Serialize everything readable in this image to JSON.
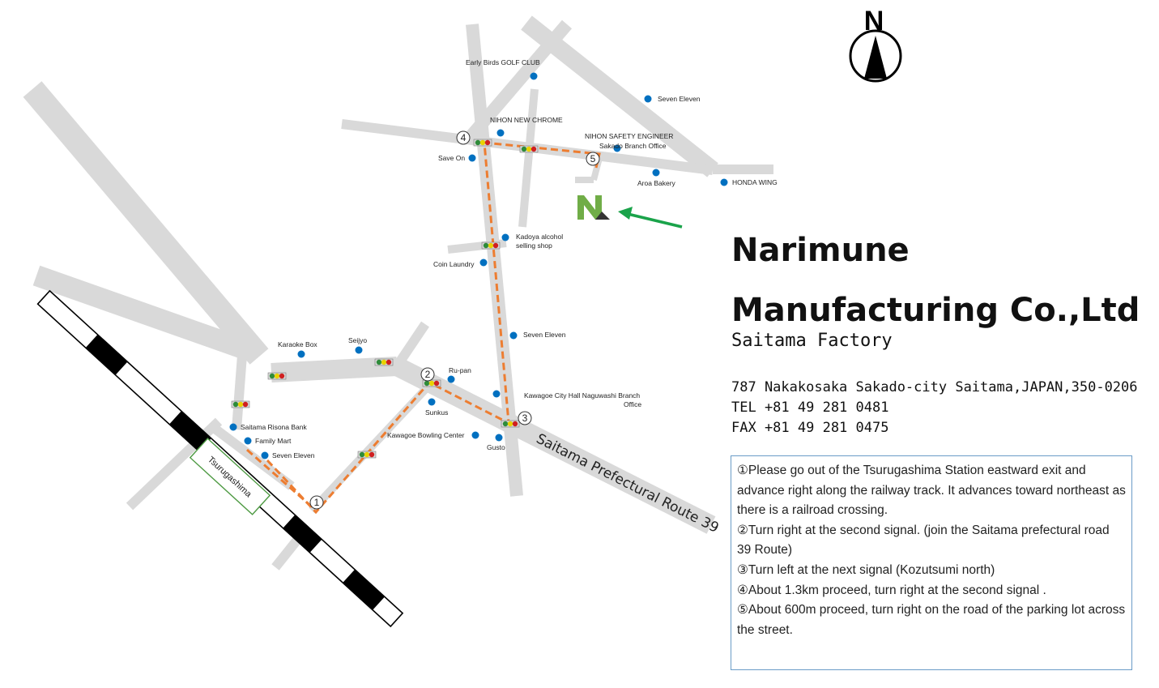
{
  "compass": {
    "letter": "N",
    "icon": "north-arrow-icon"
  },
  "company": {
    "name_line1": "Narimune",
    "name_line2": "Manufacturing Co.,Ltd",
    "factory": "Saitama Factory",
    "address": "787 Nakakosaka Sakado-city Saitama,JAPAN,350-0206",
    "tel": "TEL +81 49 281 0481",
    "fax": "FAX +81 49 281 0475"
  },
  "directions": [
    "①Please go out of the Tsurugashima Station eastward exit and advance right along the railway track. It advances toward northeast as there is a railroad crossing.",
    "②Turn right at the second signal. (join the Saitama prefectural road 39 Route)",
    "③Turn left at the next signal (Kozutsumi north)",
    "④About 1.3km proceed, turn right at the second signal .",
    "⑤About 600m proceed, turn right on the road of the parking lot across the street."
  ],
  "map": {
    "station": "Tsurugashima",
    "road": "Saitama Prefectural Route 39",
    "logo_letter": "N",
    "steps": [
      "1",
      "2",
      "3",
      "4",
      "5"
    ],
    "landmarks": {
      "early_birds": "Early Birds  GOLF CLUB",
      "seven_eleven_ne": "Seven Eleven",
      "nihon_new_chrome": "NIHON NEW CHROME",
      "nihon_safety_1": "NIHON SAFETY ENGINEER",
      "nihon_safety_2": "Sakado Branch Office",
      "save_on": "Save On",
      "aroa_bakery": "Aroa Bakery",
      "honda_wing": "HONDA WING",
      "kadoya_1": "Kadoya alcohol",
      "kadoya_2": "selling shop",
      "coin_laundry": "Coin Laundry",
      "seven_eleven_mid": "Seven Eleven",
      "karaoke_box": "Karaoke Box",
      "seijyo": "Seijyo",
      "ru_pan": "Ru-pan",
      "city_hall_1": "Kawagoe City Hall Naguwashi Branch",
      "city_hall_2": "Office",
      "sunkus": "Sunkus",
      "kawagoe_bowling": "Kawagoe Bowling  Center",
      "gusto": "Gusto",
      "saitama_risona": "Saitama Risona Bank",
      "family_mart": "Family Mart",
      "seven_eleven_sw": "Seven Eleven"
    }
  },
  "colors": {
    "road": "#d9d9d9",
    "route": "#ed7d31",
    "marker": "#0070c0",
    "arrow": "#1aa34a",
    "logo": "#70ad47",
    "box_border": "#6a9cc7"
  }
}
